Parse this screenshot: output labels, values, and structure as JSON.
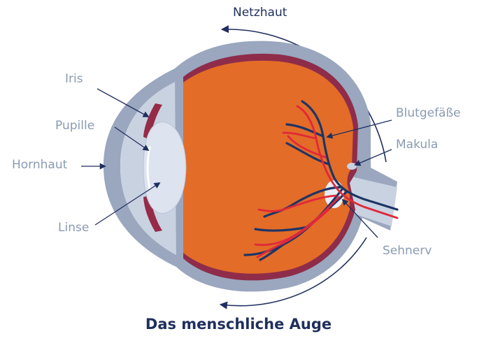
{
  "labels": {
    "netzhaut": "Netzhaut",
    "iris": "Iris",
    "pupille": "Pupille",
    "hornhaut": "Hornhaut",
    "linse": "Linse",
    "blutgefaesse": "Blutgefäße",
    "makula": "Makula",
    "sehnerv": "Sehnerv"
  },
  "title": "Das menschliche Auge",
  "colors": {
    "label_text": "#8a9bb3",
    "title_text": "#1f2f5e",
    "sclera": "#9aa7be",
    "sclera_light": "#c9d2e1",
    "choroid": "#8e2c4a",
    "vitreous": "#e36c28",
    "lens": "#dde3ef",
    "artery": "#e0283a",
    "vein": "#1d3566",
    "iris": "#962b48",
    "arrow": "#1f2f5e"
  }
}
